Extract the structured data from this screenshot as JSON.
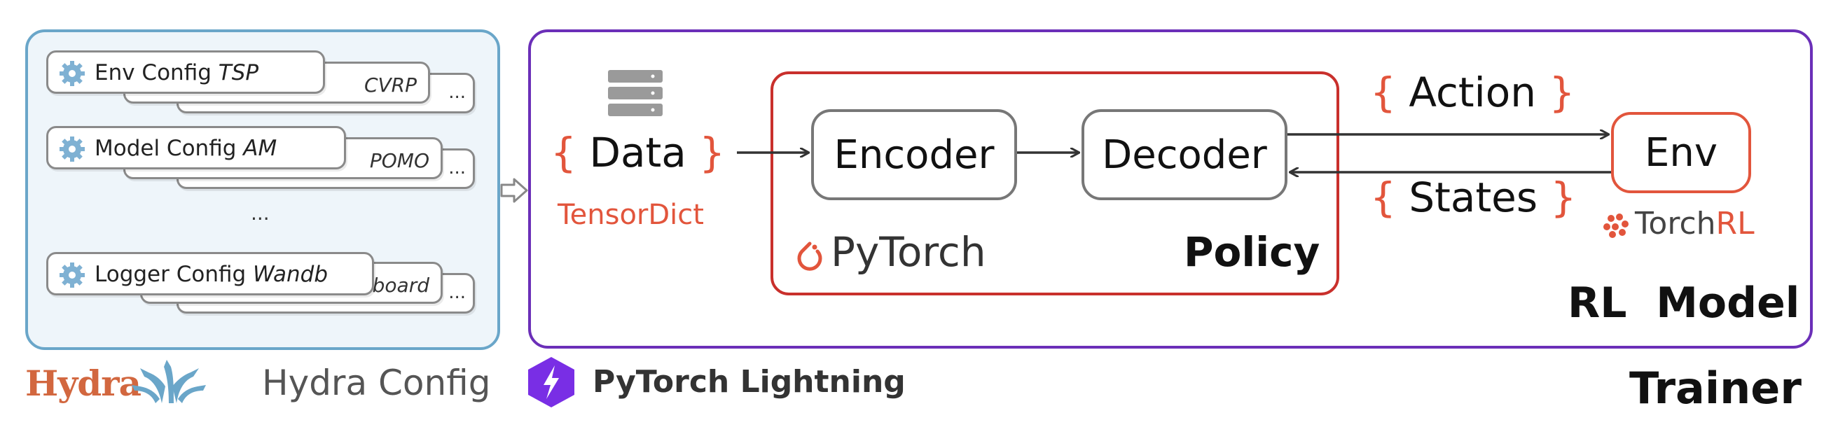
{
  "configs": {
    "env": {
      "label": "Env Config",
      "selected": "TSP",
      "alt": "CVRP",
      "more": "..."
    },
    "model": {
      "label": "Model Config",
      "selected": "AM",
      "alt": "POMO",
      "more": "..."
    },
    "ellipsis": "...",
    "logger": {
      "label": "Logger Config",
      "selected": "Wandb",
      "alt": "rboard",
      "more": "..."
    }
  },
  "hydra": {
    "logo_text": "Hydra",
    "caption": "Hydra Config"
  },
  "lightning": {
    "label": "PyTorch Lightning"
  },
  "trainer_label": "Trainer",
  "rl_model_label": "RL  Model",
  "data": {
    "label": "Data",
    "sublabel": "TensorDict",
    "brace_open": "{",
    "brace_close": "}"
  },
  "policy": {
    "label": "Policy",
    "pytorch_label": "PyTorch"
  },
  "encoder": "Encoder",
  "decoder": "Decoder",
  "env": {
    "label": "Env",
    "torchrl_prefix": "Torch",
    "torchrl_suffix": "RL"
  },
  "action": {
    "label": "Action",
    "brace_open": "{",
    "brace_close": "}"
  },
  "states": {
    "label": "States",
    "brace_open": "{",
    "brace_close": "}"
  },
  "colors": {
    "accent": "#e2553c",
    "frame": "#6b2fb8",
    "policy": "#c9302c",
    "hydra": "#6aa6c9"
  }
}
